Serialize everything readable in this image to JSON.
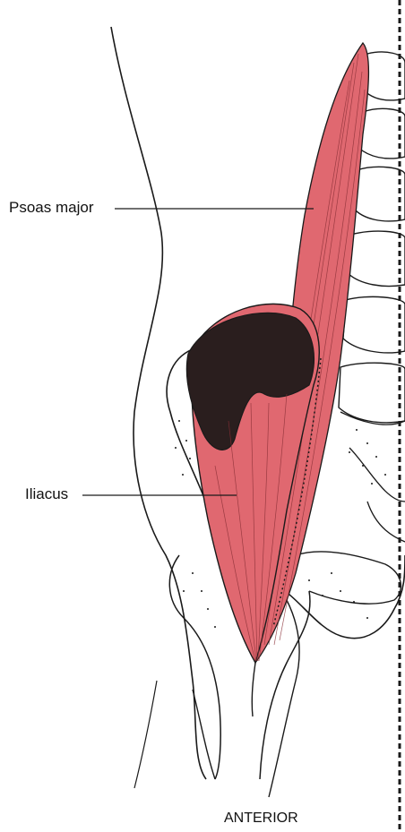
{
  "labels": {
    "psoas_major": "Psoas major",
    "iliacus": "Iliacus",
    "orientation": "ANTERIOR"
  },
  "colors": {
    "muscle": "#e06870",
    "muscle_dark": "#2a1e1e",
    "outline": "#1a1a1a",
    "background": "#ffffff"
  }
}
